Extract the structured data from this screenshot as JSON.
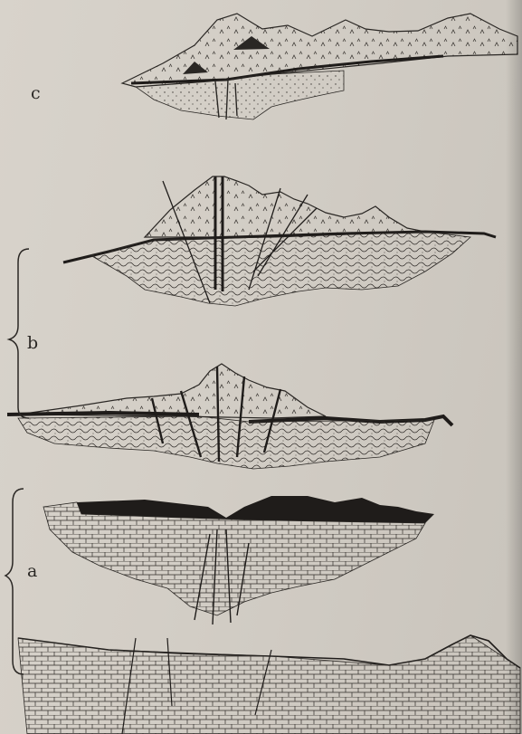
{
  "labels": {
    "c": "c",
    "b": "b",
    "a": "a"
  },
  "colors": {
    "paper": "#d3cec6",
    "ink": "#2a2724"
  }
}
